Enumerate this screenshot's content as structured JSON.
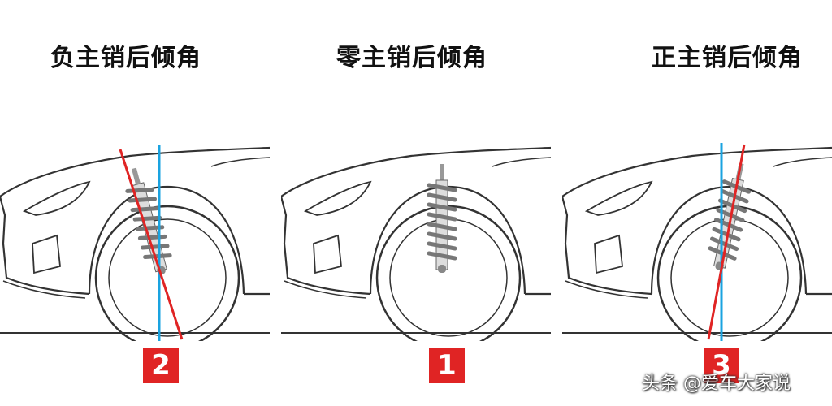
{
  "panels": [
    {
      "title": "负主销后倾角",
      "badge": "2"
    },
    {
      "title": "零主销后倾角",
      "badge": "1"
    },
    {
      "title": "正主销后倾角",
      "badge": "3"
    }
  ],
  "watermark": "头条 @爱车大家说",
  "colors": {
    "vertical_line": "#1aa3e0",
    "kingpin_axis": "#e02424",
    "badge": "#e02424",
    "outline": "#333333",
    "spring": "#888888"
  }
}
